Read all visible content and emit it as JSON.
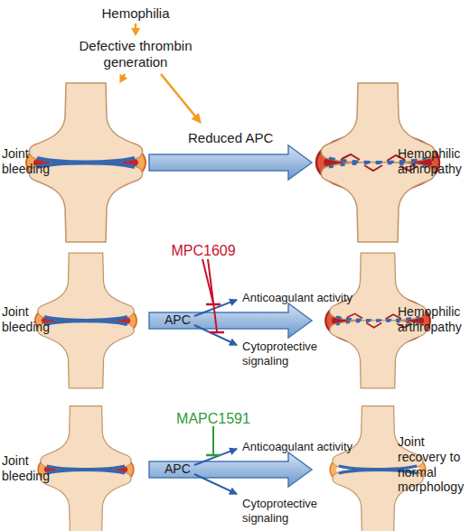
{
  "diagram": {
    "nodes": [
      {
        "text": [
          "Hemophilia"
        ]
      },
      {
        "text": [
          "Defective thrombin generation"
        ]
      },
      {
        "text": [
          "Joint bleeding"
        ]
      },
      {
        "text": [
          "Hemophilic arthropathy"
        ]
      },
      {
        "text": [
          "Joint bleeding"
        ]
      },
      {
        "text": [
          "Hemophilic arthropathy"
        ]
      },
      {
        "text": [
          "Joint bleeding"
        ]
      },
      {
        "text": [
          "Joint recovery to normal morphology"
        ]
      }
    ],
    "edges": [
      {
        "from": 0,
        "to": 1,
        "arrow": "to"
      },
      {
        "from": 1,
        "to": 2,
        "arrow": "to"
      },
      {
        "from": 2,
        "to": 3,
        "label": "Reduced APC",
        "arrow": "to"
      },
      {
        "from": 4,
        "to": 5,
        "arrow": "to"
      },
      {
        "from": 6,
        "to": 7,
        "arrow": "to"
      }
    ],
    "labels": [
      "MPC1609",
      "APC",
      "Anticoagulant activity",
      "Cytoprotective signaling",
      "MAPC1591",
      "APC",
      "Anticoagulant activity",
      "Cytoprotective signaling"
    ]
  }
}
